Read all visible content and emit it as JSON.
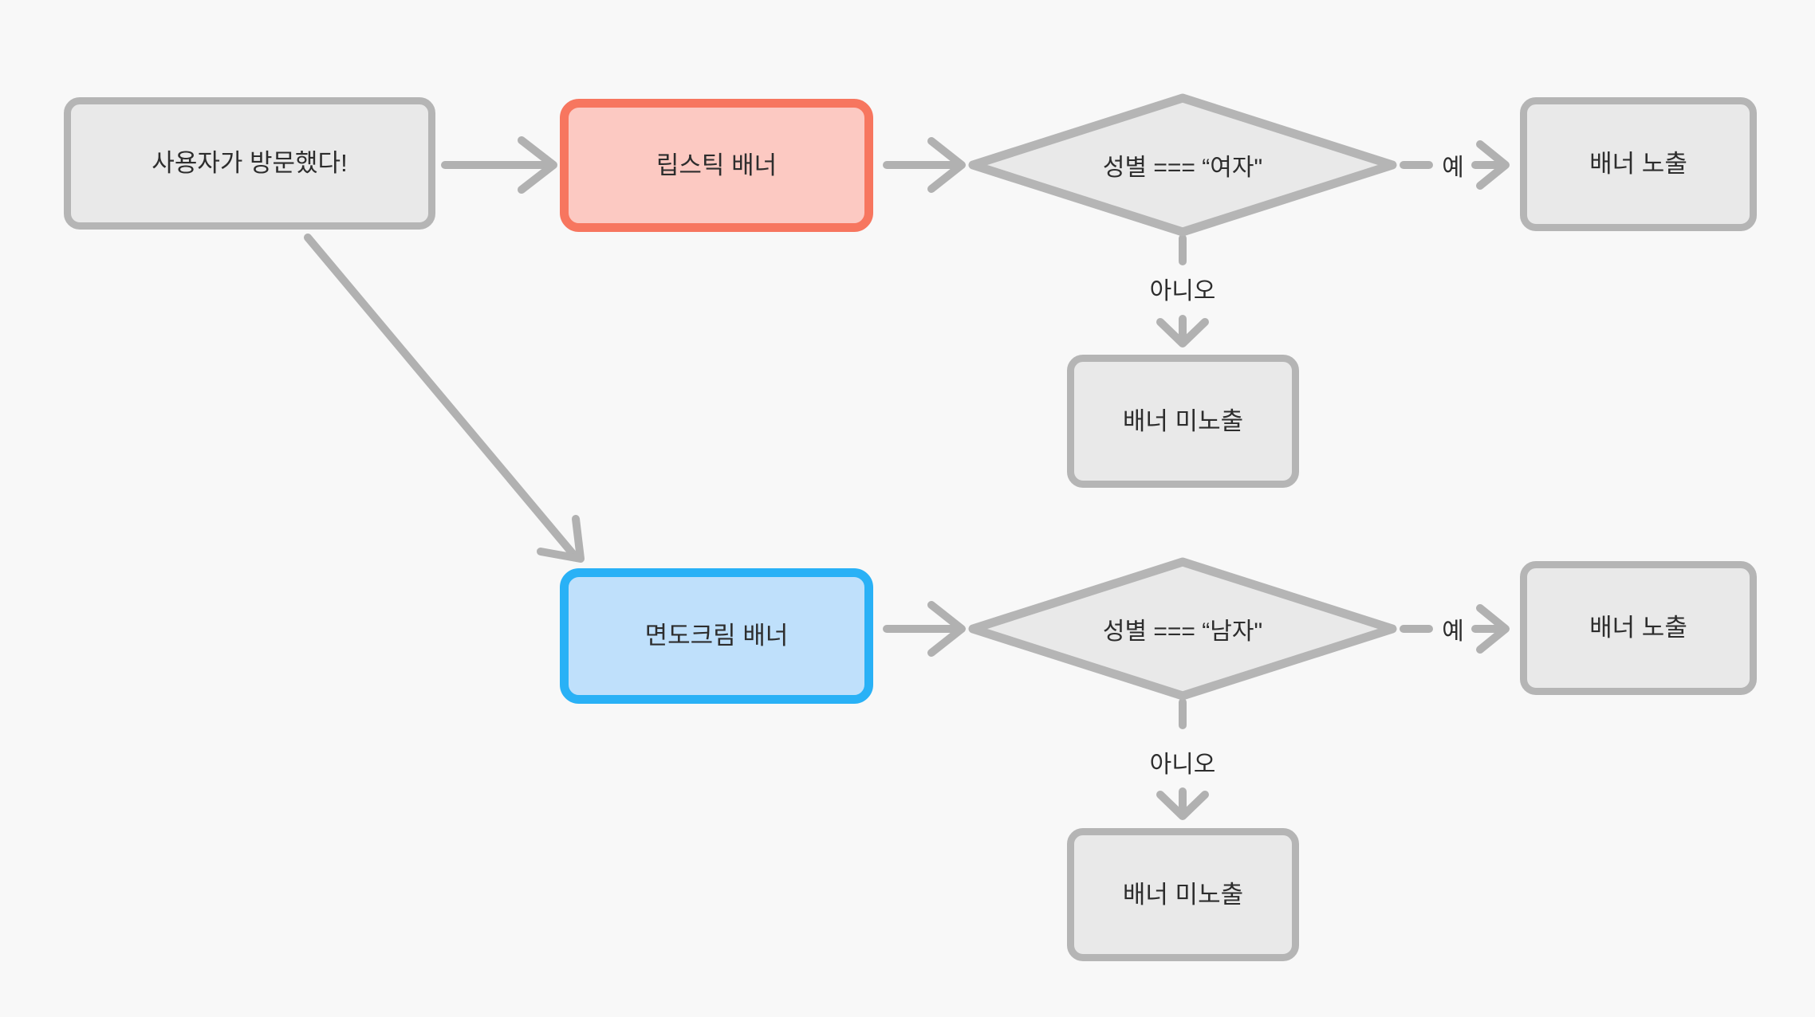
{
  "diagram": {
    "title": "banner-exposure-flowchart",
    "background": "#f8f8f8",
    "colors": {
      "node_fill": "#e9e9e9",
      "node_border": "#b5b5b5",
      "arrow": "#b1b1b1",
      "text": "#2d2d2d",
      "lipstick_fill": "#fcc9c2",
      "lipstick_border": "#f7765f",
      "shaving_fill": "#bfe0fb",
      "shaving_border": "#29b1f6"
    },
    "nodes": {
      "start": {
        "label": "사용자가 방문했다!"
      },
      "lipstick_banner": {
        "label": "립스틱 배너"
      },
      "decision_female": {
        "label": "성별 === “여자\""
      },
      "banner_show_female": {
        "label": "배너 노출"
      },
      "banner_hide_female": {
        "label": "배너 미노출"
      },
      "shaving_banner": {
        "label": "면도크림 배너"
      },
      "decision_male": {
        "label": "성별 === “남자\""
      },
      "banner_show_male": {
        "label": "배너 노출"
      },
      "banner_hide_male": {
        "label": "배너 미노출"
      }
    },
    "edge_labels": {
      "yes_female": "예",
      "no_female": "아니오",
      "yes_male": "예",
      "no_male": "아니오"
    }
  }
}
